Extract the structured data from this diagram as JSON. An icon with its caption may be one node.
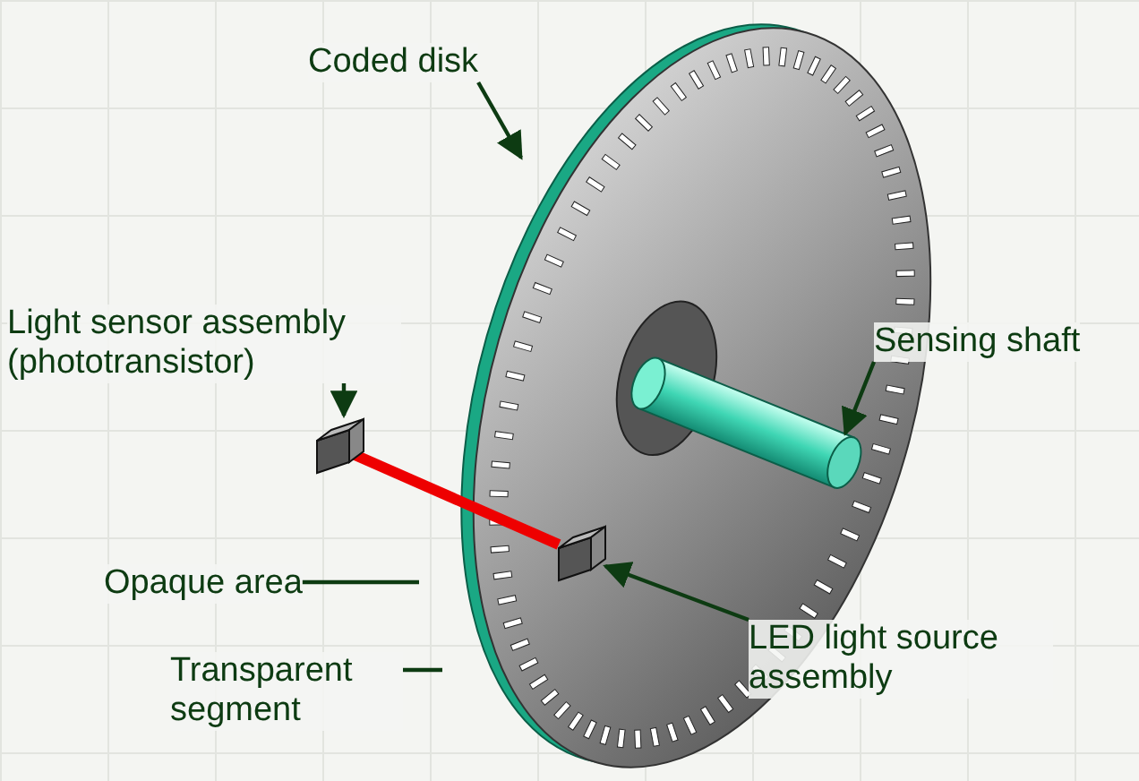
{
  "diagram": {
    "nodes": [
      {
        "text": [
          "Coded disk"
        ]
      },
      {
        "text": [
          "Light sensor assembly (phototransistor)"
        ]
      },
      {
        "text": [
          "Sensing shaft"
        ]
      },
      {
        "text": [
          "Opaque area"
        ]
      },
      {
        "text": [
          "LED light source assembly"
        ]
      },
      {
        "text": [
          "Transparent segment"
        ]
      },
      {
        "text": [],
        "shape": "picture"
      },
      {
        "text": [],
        "shape": "box"
      },
      {
        "text": [],
        "shape": "cylinder",
        "in": 6
      },
      {
        "text": [],
        "shape": "box",
        "in": 6
      }
    ],
    "edges": [
      {
        "from": 0,
        "to": 6,
        "arrow": "to"
      },
      {
        "from": 1,
        "to": 7,
        "arrow": "to"
      },
      {
        "from": 2,
        "to": 8,
        "arrow": "to"
      },
      {
        "from": 3,
        "to": null,
        "arrow": "none"
      },
      {
        "from": 4,
        "to": 9,
        "arrow": "to"
      },
      {
        "from": 5,
        "to": null,
        "arrow": "none"
      },
      {
        "from": 9,
        "to": 7,
        "arrow": "none",
        "style": "thick",
        "color": "#ee0000"
      }
    ]
  }
}
